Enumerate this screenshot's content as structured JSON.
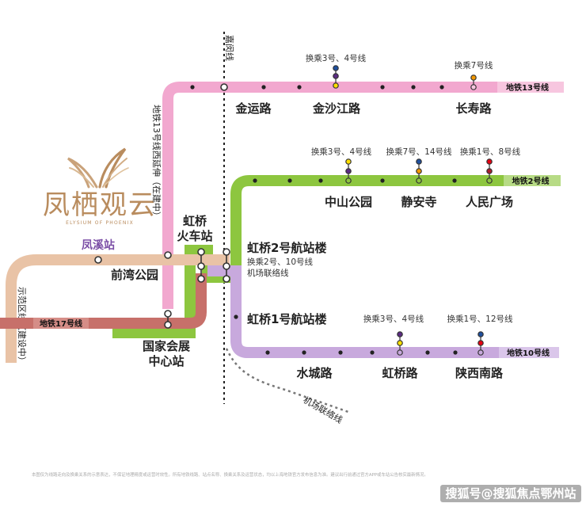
{
  "colors": {
    "line13": "#f2a8cf",
    "line13_tag": "#f7c6df",
    "line2": "#8dc63f",
    "line2_tag": "#b7db85",
    "line10": "#c8a9dd",
    "line10_tag": "#dac6ea",
    "line17": "#c7706a",
    "line17_tag": "#d58d87",
    "line_extension_tan": "#e9c3a6",
    "pink_extension": "#f4b9d7",
    "logo_gold": "#b98c5e"
  },
  "map": {
    "line13_tag": "地铁13号线",
    "line2_tag": "地铁2号线",
    "line10_tag": "地铁10号线",
    "line17_tag": "地铁17号线",
    "jiamin_line": "嘉闵线",
    "line13_west_ext": "地铁13号线西延伸（在建中）",
    "shitou_line": "示范区线（建设中）",
    "airport_link": "机场联络线",
    "stations": {
      "jinyun": "金运路",
      "jinshajiang": "金沙江路",
      "changshou": "长寿路",
      "zhongshan_park": "中山公园",
      "jingan_temple": "静安寺",
      "peoples_square": "人民广场",
      "hongqiao_rail_1": "虹桥",
      "hongqiao_rail_2": "火车站",
      "hongqiao_t2": "虹桥2号航站楼",
      "hongqiao_t1": "虹桥1号航站楼",
      "qianwan_park": "前湾公园",
      "nat_conv_1": "国家会展",
      "nat_conv_2": "中心站",
      "shuicheng": "水城路",
      "hongqiao_rd": "虹桥路",
      "shaanxi_south": "陕西南路",
      "fengxi": "凤溪站"
    },
    "transfers": {
      "jinshajiang": "换乘3号、4号线",
      "changshou": "换乘7号线",
      "zhongshan_park": "换乘3号、4号线",
      "jingan_temple": "换乘7号、14号线",
      "peoples_square": "换乘1号、8号线",
      "t2_line1": "换乘2号、10号线",
      "t2_line2": "机场联络线",
      "hongqiao_rd": "换乘3号、4号线",
      "shaanxi_south": "换乘1号、12号线"
    }
  },
  "logo": {
    "cn": "凤栖观云",
    "en": "ELYSIUM OF PHOENIX"
  },
  "footer": {
    "disclaimer": "本图仅为线路走向及换乘关系的示意表达，不保证地理精度或运营时效性。所有地铁线路、站点名称、换乘关系及运营状态，均以上海地铁官方发布信息为准。建议出行前通过官方APP或车站公告核实最新情况。",
    "watermark": "搜狐号@搜狐焦点鄂州站"
  }
}
